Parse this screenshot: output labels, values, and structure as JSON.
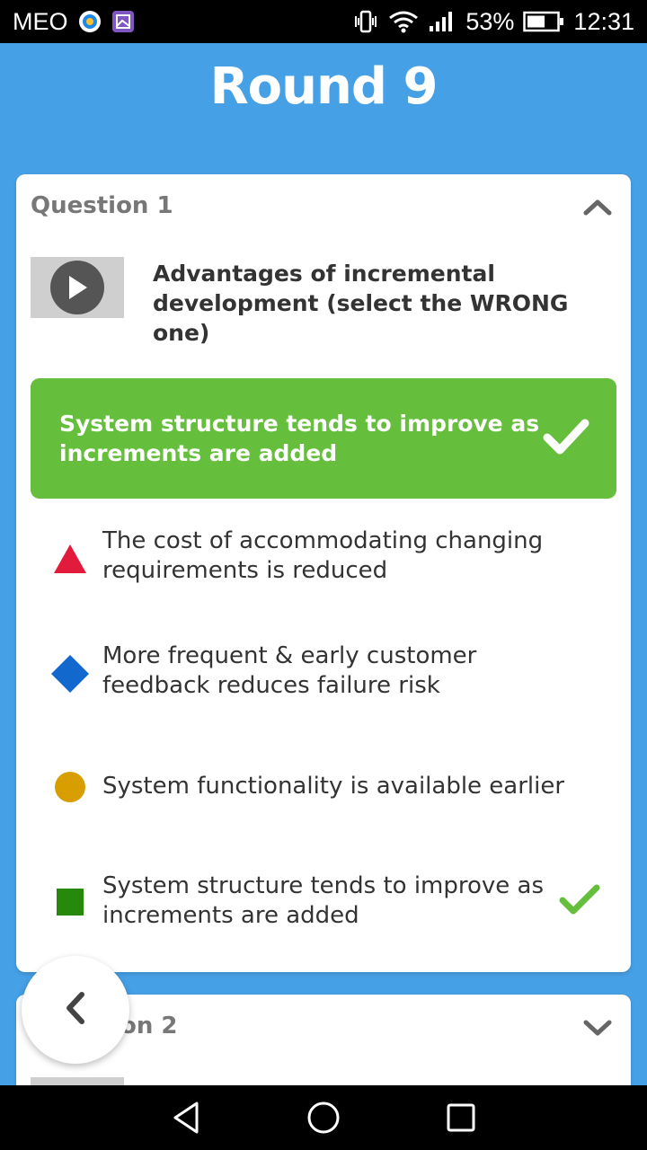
{
  "status_bar": {
    "carrier": "MEO",
    "battery_percent": "53%",
    "time": "12:31",
    "icons": [
      "carrier-app-icon",
      "gallery-icon",
      "vibrate-icon",
      "wifi-icon",
      "signal-icon",
      "battery-icon"
    ]
  },
  "header": {
    "title": "Round 9"
  },
  "question1": {
    "label": "Question 1",
    "text": "Advantages of incremental development (select the WRONG one)",
    "expanded": true,
    "correct_answer": "System structure tends to improve as increments are added",
    "answers": [
      {
        "shape": "triangle",
        "color": "#e21b3c",
        "text": "The cost of accommodating changing requirements is reduced",
        "correct": false
      },
      {
        "shape": "diamond",
        "color": "#1368ce",
        "text": "More frequent & early customer feedback reduces failure risk",
        "correct": false
      },
      {
        "shape": "circle",
        "color": "#d89e00",
        "text": "System functionality is available earlier",
        "correct": false
      },
      {
        "shape": "square",
        "color": "#26890c",
        "text": "System structure tends to improve as increments are added",
        "correct": true
      }
    ]
  },
  "question2": {
    "label_visible": "on 2",
    "expanded": false
  },
  "colors": {
    "background": "#46a0e5",
    "correct_green": "#66bf3c",
    "check_green": "#66bf3c"
  }
}
